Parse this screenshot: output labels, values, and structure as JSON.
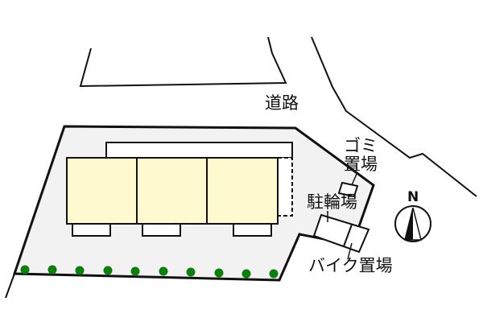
{
  "map": {
    "labels": {
      "road": "道路",
      "garbage_line1": "ゴミ",
      "garbage_line2": "置場",
      "bicycle_parking": "駐輪場",
      "bike_parking": "バイク置場",
      "north": "N"
    },
    "colors": {
      "lot_fill": "#f2f2f2",
      "building_fill": "#fff9d0",
      "tree": "#0a7f0a",
      "line": "#111111"
    },
    "units_count": 3,
    "trees_count": 10
  }
}
